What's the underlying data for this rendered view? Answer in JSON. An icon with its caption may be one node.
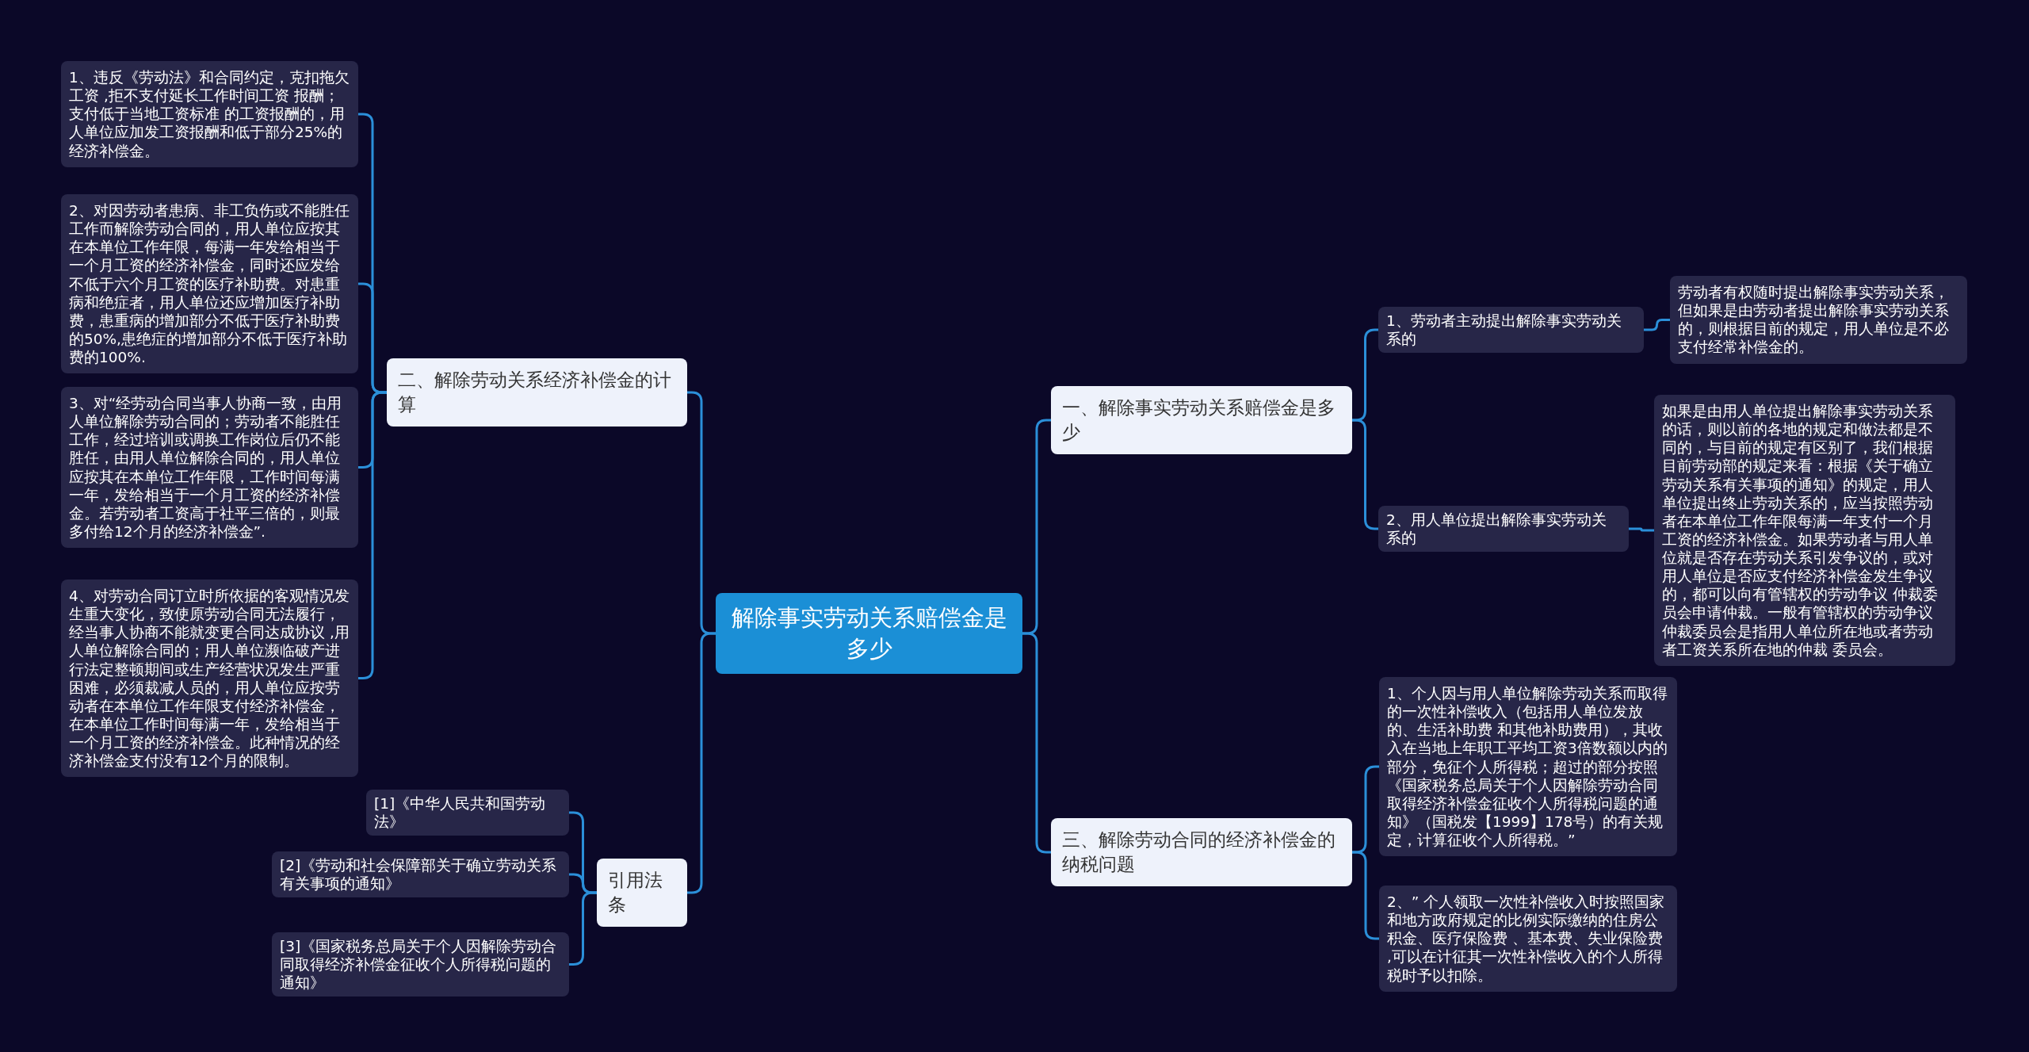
{
  "diagram": {
    "nodes": [
      {
        "text": [
          "解除事实劳动关系赔偿金是多少"
        ]
      },
      {
        "text": [
          "一、解除事实劳动关系赔偿金是多少"
        ]
      },
      {
        "text": [
          "1、劳动者主动提出解除事实劳动关系的"
        ]
      },
      {
        "text": [
          "劳动者有权随时提出解除事实劳动关系，但如果是由劳动者提出解除事实劳动关系的，则根据目前的规定，用人单位是不必支付经常补偿金的。"
        ]
      },
      {
        "text": [
          "2、用人单位提出解除事实劳动关系的"
        ]
      },
      {
        "text": [
          "如果是由用人单位提出解除事实劳动关系的话，则以前的各地的规定和做法都是不同的，与目前的规定有区别了，我们根据目前劳动部的规定来看：根据《关于确立劳动关系有关事项的通知》的规定，用人单位提出终止劳动关系的，应当按照劳动者在本单位工作年限每满一年支付一个月工资的经济补偿金。如果劳动者与用人单位就是否存在劳动关系引发争议的，或对用人单位是否应支付经济补偿金发生争议的，都可以向有管辖权的劳动争议 仲裁委员会申请仲裁。一般有管辖权的劳动争议仲裁委员会是指用人单位所在地或者劳动者工资关系所在地的仲裁 委员会。"
        ]
      },
      {
        "text": [
          "三、解除劳动合同的经济补偿金的纳税问题"
        ]
      },
      {
        "text": [
          "1、个人因与用人单位解除劳动关系而取得的一次性补偿收入（包括用人单位发放的、生活补助费 和其他补助费用），其收入在当地上年职工平均工资3倍数额以内的部分，免征个人所得税；超过的部分按照《国家税务总局关于个人因解除劳动合同取得经济补偿金征收个人所得税问题的通知》（国税发【1999】178号）的有关规定，计算征收个人所得税。”"
        ]
      },
      {
        "text": [
          "2、” 个人领取一次性补偿收入时按照国家和地方政府规定的比例实际缴纳的住房公积金、医疗保险费 、基本费、失业保险费 ,可以在计征其一次性补偿收入的个人所得税时予以扣除。"
        ]
      },
      {
        "text": [
          "二、解除劳动关系经济补偿金的计算"
        ]
      },
      {
        "text": [
          "1、违反《劳动法》和合同约定，克扣拖欠工资 ,拒不支付延长工作时间工资 报酬；支付低于当地工资标准 的工资报酬的，用人单位应加发工资报酬和低于部分25%的经济补偿金。"
        ]
      },
      {
        "text": [
          "2、对因劳动者患病、非工负伤或不能胜任工作而解除劳动合同的，用人单位应按其在本单位工作年限，每满一年发给相当于一个月工资的经济补偿金，同时还应发给不低于六个月工资的医疗补助费。对患重病和绝症者，用人单位还应增加医疗补助费，患重病的增加部分不低于医疗补助费的50%,患绝症的增加部分不低于医疗补助费的100%."
        ]
      },
      {
        "text": [
          "3、对“经劳动合同当事人协商一致，由用人单位解除劳动合同的；劳动者不能胜任工作，经过培训或调换工作岗位后仍不能胜任，由用人单位解除合同的，用人单位应按其在本单位工作年限，工作时间每满一年，发给相当于一个月工资的经济补偿金。若劳动者工资高于社平三倍的，则最多付给12个月的经济补偿金”."
        ]
      },
      {
        "text": [
          "4、对劳动合同订立时所依据的客观情况发生重大变化，致使原劳动合同无法履行，经当事人协商不能就变更合同达成协议 ,用人单位解除合同的；用人单位濒临破产进行法定整顿期间或生产经营状况发生严重困难，必须裁减人员的，用人单位应按劳动者在本单位工作年限支付经济补偿金，在本单位工作时间每满一年，发给相当于一个月工资的经济补偿金。此种情况的经济补偿金支付没有12个月的限制。"
        ]
      },
      {
        "text": [
          "引用法条"
        ]
      },
      {
        "text": [
          "[1]《中华人民共和国劳动法》"
        ]
      },
      {
        "text": [
          "[2]《劳动和社会保障部关于确立劳动关系有关事项的通知》"
        ]
      },
      {
        "text": [
          "[3]《国家税务总局关于个人因解除劳动合同取得经济补偿金征收个人所得税问题的通知》"
        ]
      }
    ],
    "edges": [
      {
        "from": 0,
        "to": 1,
        "arrow": "none"
      },
      {
        "from": 1,
        "to": 2,
        "arrow": "none"
      },
      {
        "from": 2,
        "to": 3,
        "arrow": "none"
      },
      {
        "from": 1,
        "to": 4,
        "arrow": "none"
      },
      {
        "from": 4,
        "to": 5,
        "arrow": "none"
      },
      {
        "from": 0,
        "to": 6,
        "arrow": "none"
      },
      {
        "from": 6,
        "to": 7,
        "arrow": "none"
      },
      {
        "from": 6,
        "to": 8,
        "arrow": "none"
      },
      {
        "from": 0,
        "to": 9,
        "arrow": "none"
      },
      {
        "from": 9,
        "to": 10,
        "arrow": "none"
      },
      {
        "from": 9,
        "to": 11,
        "arrow": "none"
      },
      {
        "from": 9,
        "to": 12,
        "arrow": "none"
      },
      {
        "from": 9,
        "to": 13,
        "arrow": "none"
      },
      {
        "from": 0,
        "to": 14,
        "arrow": "none"
      },
      {
        "from": 14,
        "to": 15,
        "arrow": "none"
      },
      {
        "from": 14,
        "to": 16,
        "arrow": "none"
      },
      {
        "from": 14,
        "to": 17,
        "arrow": "none"
      }
    ]
  }
}
